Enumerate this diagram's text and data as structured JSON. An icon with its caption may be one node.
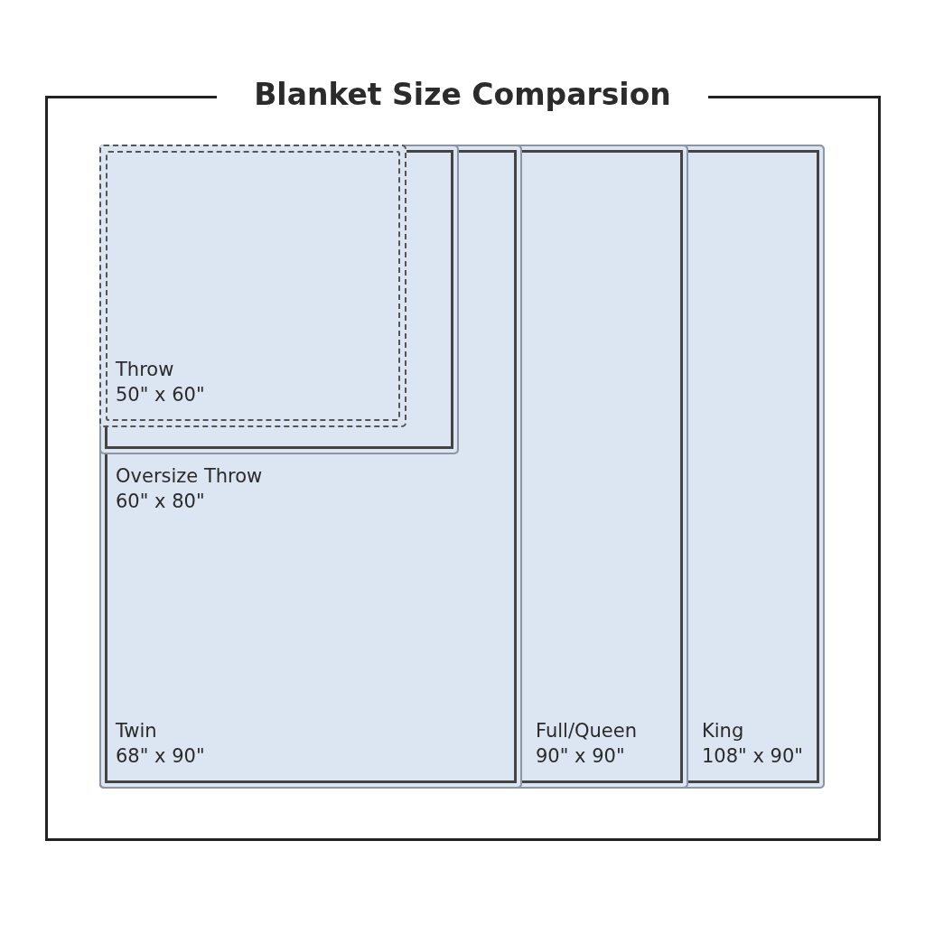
{
  "diagram": {
    "title": "Blanket Size Comparsion",
    "nodes": [
      {
        "text": [
          "King",
          "108\" x 90\""
        ]
      },
      {
        "text": [
          "Full/Queen",
          "90\" x 90\""
        ],
        "in": 0
      },
      {
        "text": [
          "Twin",
          "68\" x 90\""
        ],
        "in": 1
      },
      {
        "text": [
          "Oversize Throw",
          "60\" x 80\""
        ],
        "in": 2
      },
      {
        "text": [
          "Throw",
          "50\" x 60\""
        ],
        "in": 3
      }
    ],
    "edges": []
  }
}
